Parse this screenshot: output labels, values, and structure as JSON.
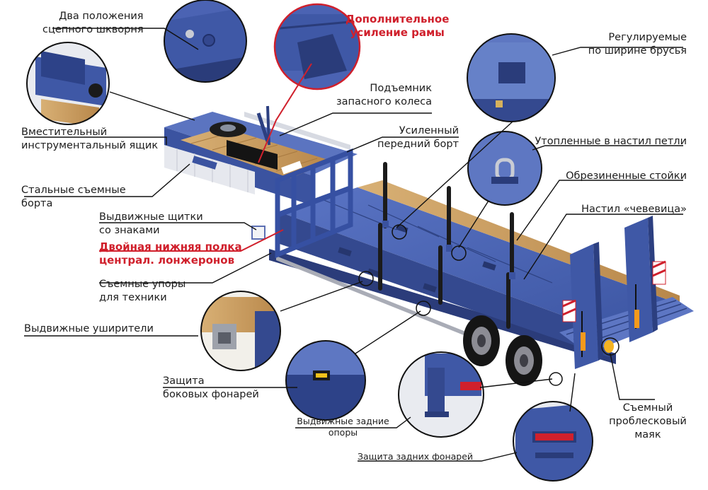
{
  "labels": {
    "kingpin": [
      "Два положения",
      "сцепного шкворня"
    ],
    "frame_reinforcement": [
      "Дополнительное",
      "усиление рамы"
    ],
    "adjustable_beams": [
      "Регулируемые",
      "по ширине брусья"
    ],
    "spare_wheel_lift": [
      "Подъемник",
      "запасного колеса"
    ],
    "tool_box": [
      "Вместительный",
      "инструментальный ящик"
    ],
    "front_wall": [
      "Усиленный",
      "передний борт"
    ],
    "recessed_loops": "Утопленные в настил петли",
    "rubber_posts": "Обрезиненные стойки",
    "steel_sides": [
      "Стальные съемные",
      "борта"
    ],
    "lentil_deck": "Настил «чевевица»",
    "sign_shields": [
      "Выдвижные щитки",
      "со знаками"
    ],
    "double_shelf": [
      "Двойная нижняя полка",
      "централ. лонжеронов"
    ],
    "removable_stops": [
      "Съемные упоры",
      "для техники"
    ],
    "extenders": "Выдвижные уширители",
    "side_light_protection": [
      "Защита",
      "боковых фонарей"
    ],
    "rear_supports": [
      "Выдвижные задние",
      "опоры"
    ],
    "beacon": [
      "Съемный",
      "проблесковый",
      "маяк"
    ],
    "rear_light_protection": "Защита задних фонарей"
  },
  "colors": {
    "trailer_blue": "#3f58a6",
    "trailer_dark": "#2c3f80",
    "accent_red": "#d0202c",
    "wood": "#c99a5a"
  }
}
